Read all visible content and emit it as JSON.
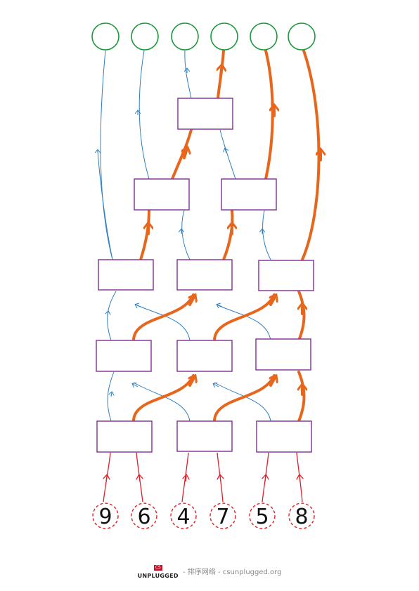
{
  "inputs": [
    "9",
    "6",
    "4",
    "7",
    "5",
    "8"
  ],
  "colors": {
    "input": "#e0202a",
    "output": "#1a9a3a",
    "box": "#8a3a9c",
    "thin": "#2e7fc0",
    "thick": "#e8661c"
  },
  "footer": {
    "logo_badge": "CS",
    "logo_text": "UNPLUGGED",
    "caption": " - 排序网络 - csunplugged.org"
  }
}
